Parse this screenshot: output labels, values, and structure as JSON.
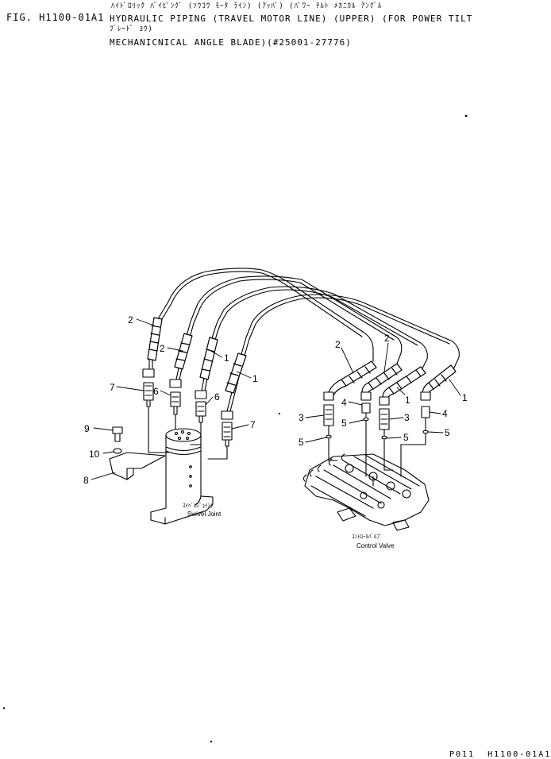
{
  "header": {
    "fig_id": "FIG. H1100-01A1",
    "kana_line1": "ﾊｲﾄﾞﾛﾘｯｸ ﾊﾞｲﾋﾟﾝｸﾞ (ｿｳｺｳ ﾓｰﾀ ﾗｲﾝ) (ｱｯﾊﾟ) (ﾊﾟﾜｰ ﾁﾙﾄ ﾒｶﾆｶﾙ ｱﾝｸﾞﾙ",
    "title_line1": "HYDRAULIC PIPING (TRAVEL MOTOR LINE) (UPPER) (FOR POWER TILT",
    "kana_line2": "ﾌﾞﾚｰﾄﾞ ﾖｳ)",
    "title_line2": "MECHANICNICAL ANGLE BLADE)(#25001-27776)"
  },
  "callouts": {
    "c2a": "2",
    "c2b": "2",
    "c1a": "1",
    "c1b": "1",
    "c7a": "7",
    "c6a": "6",
    "c6b": "6",
    "c7b": "7",
    "c9": "9",
    "c10": "10",
    "c8": "8",
    "c2c": "2",
    "c2d": "2",
    "c1c": "1",
    "c1d": "1",
    "c4a": "4",
    "c4b": "4",
    "c3a": "3",
    "c3b": "3",
    "c5a": "5",
    "c5b": "5",
    "c5c": "5",
    "c5d": "5"
  },
  "captions": {
    "swivel_jp": "ｽｲﾍﾞﾙｼﾞｮｲﾝﾄ",
    "swivel_en": "Swivel Joint",
    "valve_jp": "ｺﾝﾄﾛｰﾙﾊﾞﾙﾌﾞ",
    "valve_en": "Control Valve"
  },
  "footer": "P011  H1100-01A1"
}
